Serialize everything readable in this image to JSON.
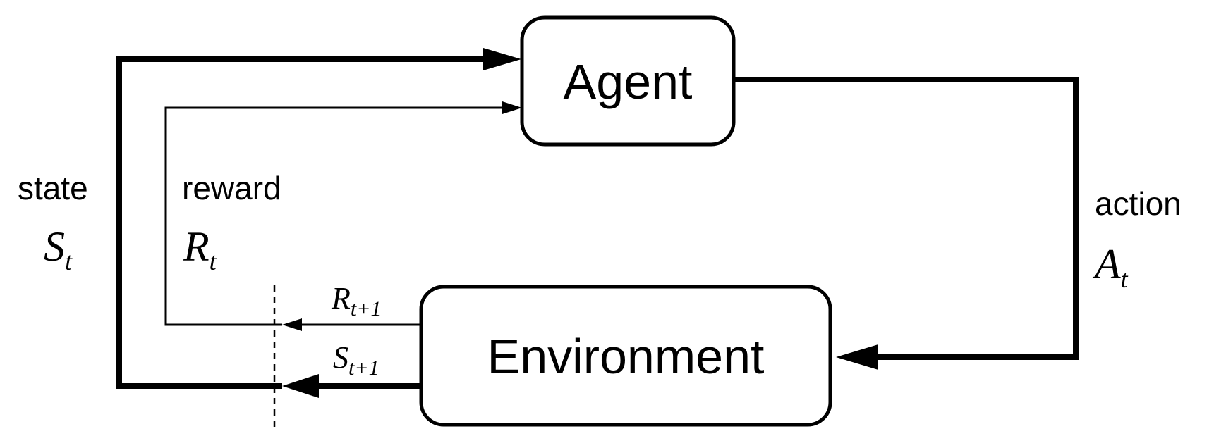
{
  "agent": {
    "label": "Agent"
  },
  "environment": {
    "label": "Environment"
  },
  "state": {
    "word": "state",
    "symbol": "S",
    "subscript": "t"
  },
  "reward": {
    "word": "reward",
    "symbol": "R",
    "subscript": "t"
  },
  "action": {
    "word": "action",
    "symbol": "A",
    "subscript": "t"
  },
  "next_reward": {
    "symbol": "R",
    "subscript": "t+1"
  },
  "next_state": {
    "symbol": "S",
    "subscript": "t+1"
  }
}
